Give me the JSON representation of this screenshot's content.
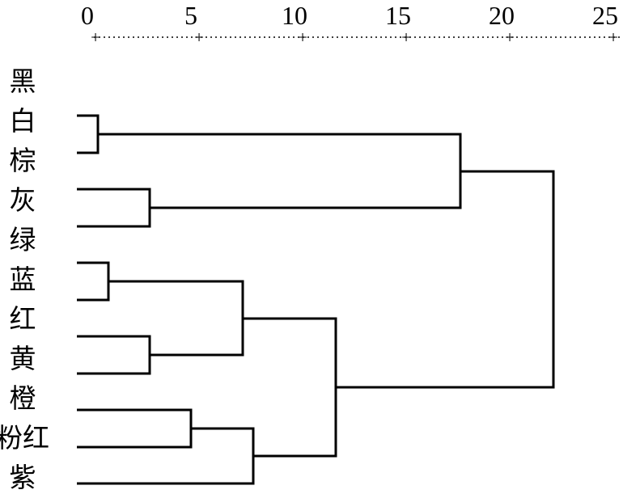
{
  "figure": {
    "background": "#ffffff",
    "line_color": "#000000"
  },
  "chart_data": {
    "type": "dendrogram",
    "orientation": "horizontal",
    "description": "Hierarchical clustering dendrogram of colors, distance axis on top with dotted ruler",
    "axis": {
      "position": "top",
      "min": 0,
      "max": 25,
      "ticks": [
        0,
        5,
        10,
        15,
        20,
        25
      ],
      "tick_labels": [
        "0",
        "5",
        "10",
        "15",
        "20",
        "25"
      ],
      "plus_mark": "+",
      "ruler_style": "dotted line with plus marks at each tick"
    },
    "leaves": [
      "黑",
      "白",
      "棕",
      "灰",
      "绿",
      "蓝",
      "红",
      "黄",
      "橙",
      "粉红",
      "紫"
    ],
    "merges": [
      {
        "id": "m1",
        "children": [
          "黑",
          "白"
        ],
        "distance": 0.5
      },
      {
        "id": "m2",
        "children": [
          "棕",
          "灰"
        ],
        "distance": 3
      },
      {
        "id": "m3",
        "children": [
          "m1",
          "m2"
        ],
        "distance": 18
      },
      {
        "id": "m4",
        "children": [
          "绿",
          "蓝"
        ],
        "distance": 1
      },
      {
        "id": "m5",
        "children": [
          "红",
          "黄"
        ],
        "distance": 3
      },
      {
        "id": "m6",
        "children": [
          "m4",
          "m5"
        ],
        "distance": 7.5
      },
      {
        "id": "m7",
        "children": [
          "橙",
          "粉红"
        ],
        "distance": 5
      },
      {
        "id": "m8",
        "children": [
          "m7",
          "紫"
        ],
        "distance": 8
      },
      {
        "id": "m9",
        "children": [
          "m6",
          "m8"
        ],
        "distance": 12
      },
      {
        "id": "m10",
        "children": [
          "m3",
          "m9"
        ],
        "distance": 22.5
      }
    ],
    "line_color": "#000000",
    "line_width": 3
  }
}
